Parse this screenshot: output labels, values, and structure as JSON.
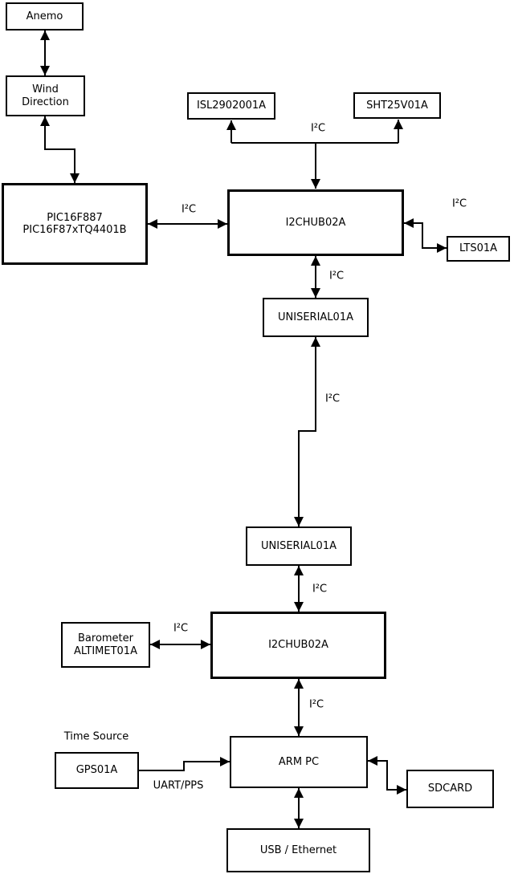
{
  "colors": {
    "background": "#ffffff",
    "line": "#000000",
    "box_fill": "#ffffff",
    "text": "#000000"
  },
  "nodes": {
    "anemo": {
      "label": "Anemo"
    },
    "wind_direction": {
      "lines": [
        "Wind",
        "Direction"
      ]
    },
    "pic": {
      "lines": [
        "PIC16F887",
        "PIC16F87xTQ4401B"
      ]
    },
    "isl": {
      "label": "ISL2902001A"
    },
    "sht": {
      "label": "SHT25V01A"
    },
    "i2chub_top": {
      "label": "I2CHUB02A"
    },
    "lts": {
      "label": "LTS01A"
    },
    "uniserial_top": {
      "label": "UNISERIAL01A"
    },
    "uniserial_bottom": {
      "label": "UNISERIAL01A"
    },
    "i2chub_bottom": {
      "label": "I2CHUB02A"
    },
    "barometer": {
      "lines": [
        "Barometer",
        "ALTIMET01A"
      ]
    },
    "gps": {
      "label": "GPS01A"
    },
    "arm_pc": {
      "label": "ARM PC"
    },
    "sdcard": {
      "label": "SDCARD"
    },
    "usb_ethernet": {
      "label": "USB / Ethernet"
    }
  },
  "edge_labels": {
    "sensors_bus": "I²C",
    "pic_hub": "I²C",
    "lts_bus": "I²C",
    "hub_uniserial": "I²C",
    "uniserial_link": "I²C",
    "uniserial_hub2": "I²C",
    "barometer_bus": "I²C",
    "hub2_armpc": "I²C",
    "time_source": "Time Source",
    "uart_pps": "UART/PPS"
  }
}
